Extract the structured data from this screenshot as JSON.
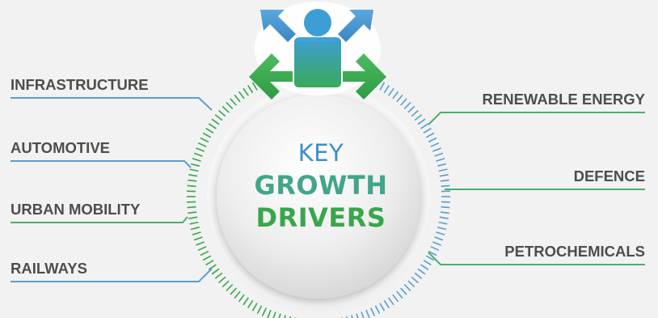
{
  "center": {
    "line1": "KEY",
    "line2": "GROWTH",
    "line3": "DRIVERS"
  },
  "drivers_left": [
    {
      "label": "INFRASTRUCTURE",
      "line_color": "#5a9ed0"
    },
    {
      "label": "AUTOMOTIVE",
      "line_color": "#5a9ed0"
    },
    {
      "label": "URBAN MOBILITY",
      "line_color": "#4caf6a"
    },
    {
      "label": "RAILWAYS",
      "line_color": "#5a9ed0"
    }
  ],
  "drivers_right": [
    {
      "label": "RENEWABLE ENERGY",
      "line_color": "#4caf6a"
    },
    {
      "label": "DEFENCE",
      "line_color": "#4caf6a"
    },
    {
      "label": "PETROCHEMICALS",
      "line_color": "#4caf6a"
    }
  ],
  "colors": {
    "background": "#f2f2f2",
    "blue": "#3c8fc8",
    "green": "#3aa54d",
    "teal": "#43a58a",
    "label_text": "#4d4d4d"
  },
  "icons": {
    "top": "person-with-four-arrows-icon"
  }
}
